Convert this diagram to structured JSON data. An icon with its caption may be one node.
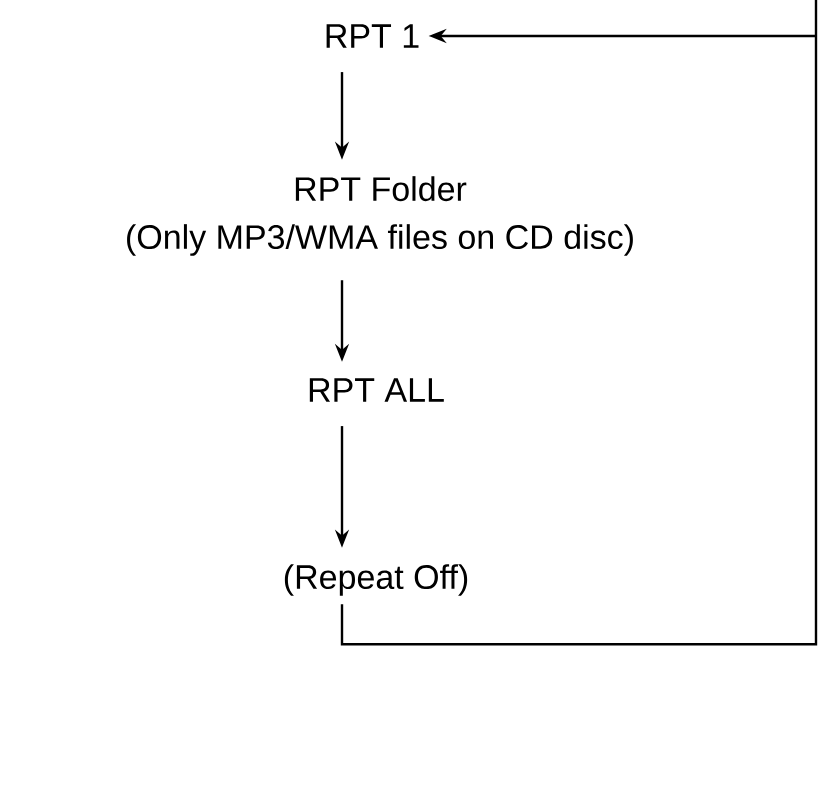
{
  "diagram": {
    "nodes": [
      {
        "text": [
          "RPT 1"
        ]
      },
      {
        "text": [
          "RPT Folder",
          "(Only MP3/WMA files on CD disc)"
        ]
      },
      {
        "text": [
          "RPT ALL"
        ]
      },
      {
        "text": [
          "(Repeat Off)"
        ]
      }
    ],
    "edges": [
      {
        "from": 0,
        "to": 1,
        "arrow": "to"
      },
      {
        "from": 1,
        "to": 2,
        "arrow": "to"
      },
      {
        "from": 2,
        "to": 3,
        "arrow": "to"
      },
      {
        "from": 3,
        "to": 0,
        "arrow": "to"
      }
    ]
  }
}
